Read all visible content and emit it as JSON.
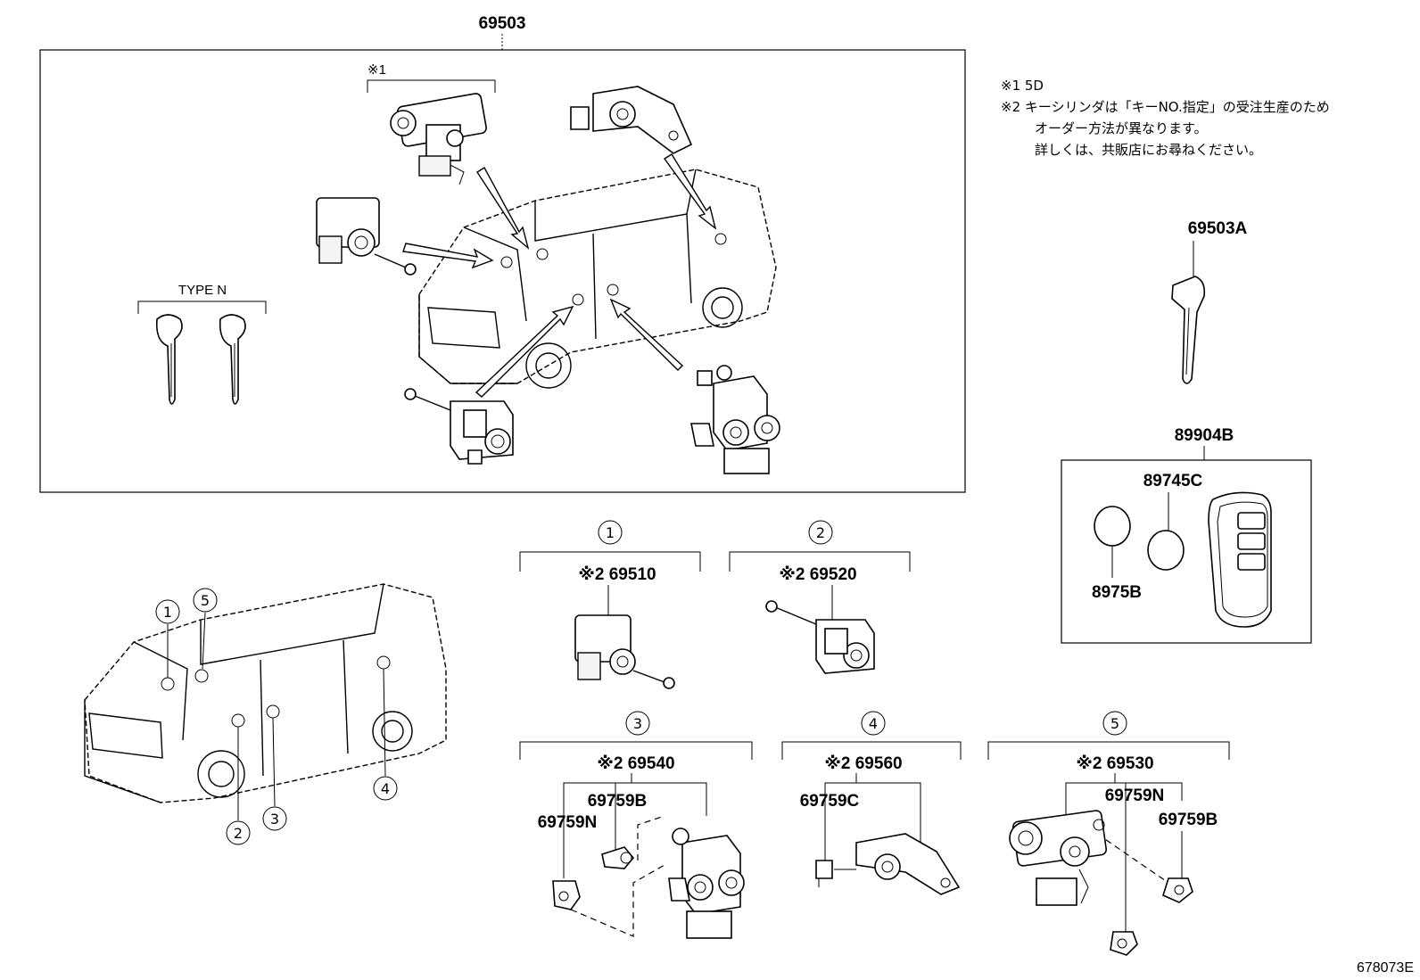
{
  "labels": {
    "main_assembly": "69503",
    "key_blank": "69503A",
    "transmitter": "89904B",
    "battery_a": "89745C",
    "battery_b": "8975B",
    "type_n": "TYPE N",
    "note1_mark": "※1",
    "p1_part": "※2 69510",
    "p2_part": "※2 69520",
    "p3_part": "※2 69540",
    "p3_sub1": "69759B",
    "p3_sub2": "69759N",
    "p4_part": "※2 69560",
    "p4_sub1": "69759C",
    "p5_part": "※2 69530",
    "p5_sub1": "69759N",
    "p5_sub2": "69759B",
    "diagram_id": "678073E"
  },
  "notes": {
    "line1": "※1 5D",
    "line2": "※2 キーシリンダは「キーNO.指定」の受注生産のため",
    "line3": "オーダー方法が異なります。",
    "line4": "詳しくは、共販店にお尋ねください。"
  },
  "callouts": {
    "c1": "1",
    "c2": "2",
    "c3": "3",
    "c4": "4",
    "c5": "5"
  }
}
